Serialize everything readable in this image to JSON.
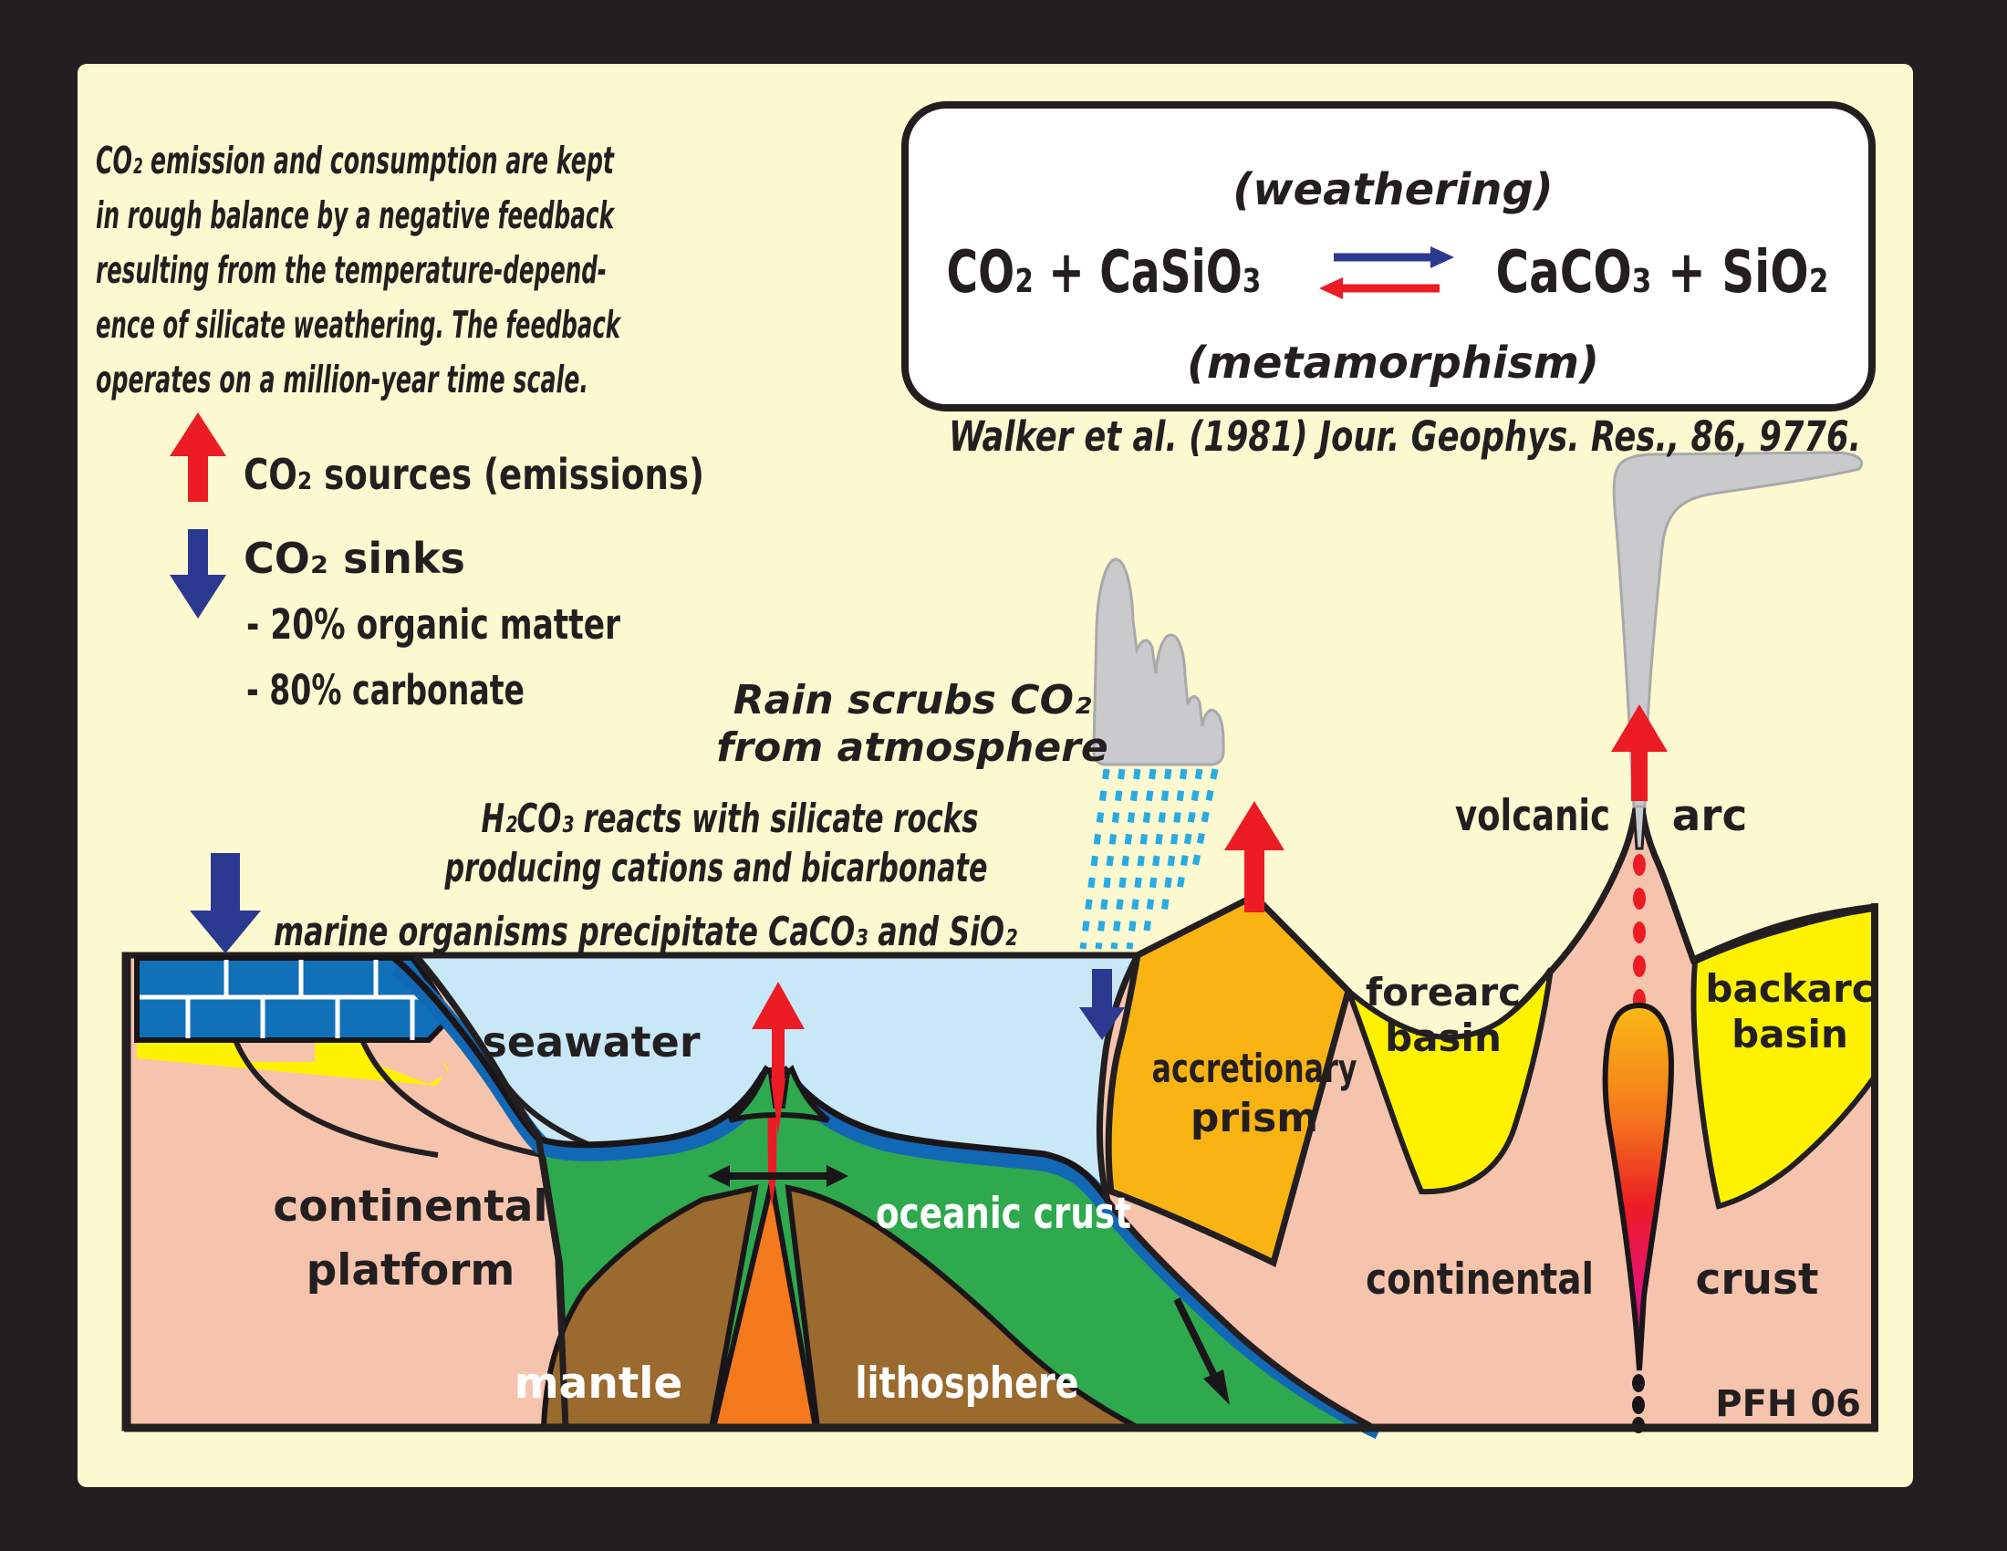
{
  "note": {
    "lines": [
      "CO₂ emission and consumption are kept",
      "in rough balance by a negative feedback",
      "resulting from the temperature-depend-",
      "ence of silicate weathering. The feedback",
      "operates on a million-year time scale."
    ]
  },
  "legend": {
    "sources_label": "CO₂ sources (emissions)",
    "sinks_label": "CO₂ sinks",
    "sink_item1": "- 20% organic matter",
    "sink_item2": "- 80% carbonate",
    "source_arrow_color": "#EC1C24",
    "sink_arrow_color": "#2B3990"
  },
  "equation_box": {
    "weathering_label": "(weathering)",
    "left_side": "CO₂ + CaSiO₃",
    "right_side": "CaCO₃ + SiO₂",
    "metamorphism_label": "(metamorphism)",
    "weathering_color": "#2B3990",
    "metamorphism_color": "#EC1C24"
  },
  "citation": "Walker et al. (1981) Jour. Geophys. Res., 86, 9776.",
  "annotations": {
    "rain_line1": "Rain scrubs CO₂",
    "rain_line2": "from atmosphere",
    "weathering_line1": "H₂CO₃ reacts with silicate rocks",
    "weathering_line2": "producing cations and bicarbonate",
    "marine": "marine organisms precipitate CaCO₃ and SiO₂"
  },
  "section_labels": {
    "seawater": "seawater",
    "continental_platform_line1": "continental",
    "continental_platform_line2": "platform",
    "oceanic_crust": "oceanic crust",
    "mantle": "mantle",
    "lithosphere": "lithosphere",
    "accretionary_line1": "accretionary",
    "accretionary_line2": "prism",
    "forearc_line1": "forearc",
    "forearc_line2": "basin",
    "backarc_line1": "backarc",
    "backarc_line2": "basin",
    "volcanic": "volcanic",
    "arc": "arc",
    "continental": "continental",
    "crust": "crust"
  },
  "credit": "PFH 06",
  "colors": {
    "background_panel": "#FCF8CF",
    "frame": "#231F20",
    "seawater": "#C9E8F7",
    "sediment_blue": "#1268B5",
    "carbonate_brick_blue": "#1171B8",
    "continental_pink": "#F6C4AD",
    "oceanic_green": "#2EA94E",
    "mantle_brown": "#9A6A2F",
    "upwelling_orange": "#F5791D",
    "prism_amber": "#F9B414",
    "basin_yellow": "#FFF200",
    "volcano_red": "#EC1C24",
    "plume_gray": "#C9CACC",
    "rain_blue": "#29ABE2"
  }
}
